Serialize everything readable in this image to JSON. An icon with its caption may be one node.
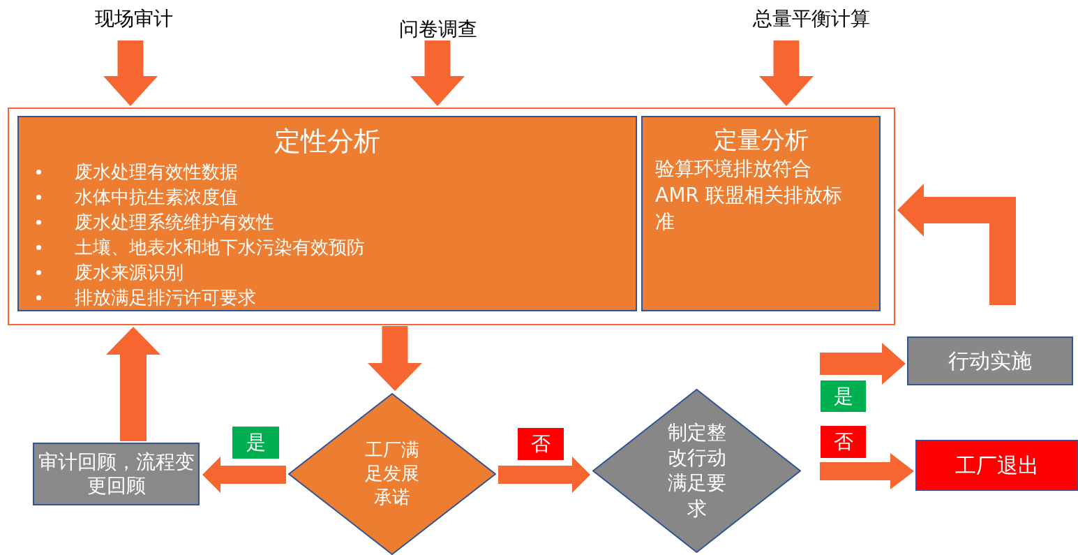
{
  "diagram": {
    "nodes": [
      {
        "text": [
          "现场审计"
        ]
      },
      {
        "text": [
          "问卷调查"
        ]
      },
      {
        "text": [
          "总量平衡计算"
        ]
      },
      {
        "text": [],
        "shape": "box"
      },
      {
        "text": [
          "定性分析",
          "废水处理有效性数据",
          "水体中抗生素浓度值",
          "废水处理系统维护有效性",
          "土壤、地表水和地下水污染有效预防",
          "废水来源识别",
          "排放满足排污许可要求"
        ],
        "in": 3
      },
      {
        "text": [
          "定量分析",
          "验算环境排放符合AMR 联盟相关排放标准"
        ],
        "in": 3
      },
      {
        "text": [
          "工厂满足发展承诺"
        ]
      },
      {
        "text": [
          "审计回顾，流程变更回顾"
        ]
      },
      {
        "text": [
          "制定整改行动满足要求"
        ]
      },
      {
        "text": [
          "行动实施"
        ]
      },
      {
        "text": [
          "工厂退出"
        ]
      }
    ],
    "edges": [
      {
        "from": 0,
        "to": 3,
        "arrow": "to"
      },
      {
        "from": 1,
        "to": 3,
        "arrow": "to"
      },
      {
        "from": 2,
        "to": 3,
        "arrow": "to"
      },
      {
        "from": 3,
        "to": 6,
        "arrow": "to"
      },
      {
        "from": 6,
        "to": 7,
        "arrow": "to",
        "label": "是"
      },
      {
        "from": 7,
        "to": 3,
        "arrow": "to"
      },
      {
        "from": 6,
        "to": 8,
        "arrow": "to",
        "label": "否"
      },
      {
        "from": 8,
        "to": 9,
        "arrow": "to",
        "label": "是"
      },
      {
        "from": 8,
        "to": 10,
        "arrow": "to",
        "label": "否"
      },
      {
        "from": 9,
        "to": 3,
        "arrow": "to"
      }
    ]
  }
}
